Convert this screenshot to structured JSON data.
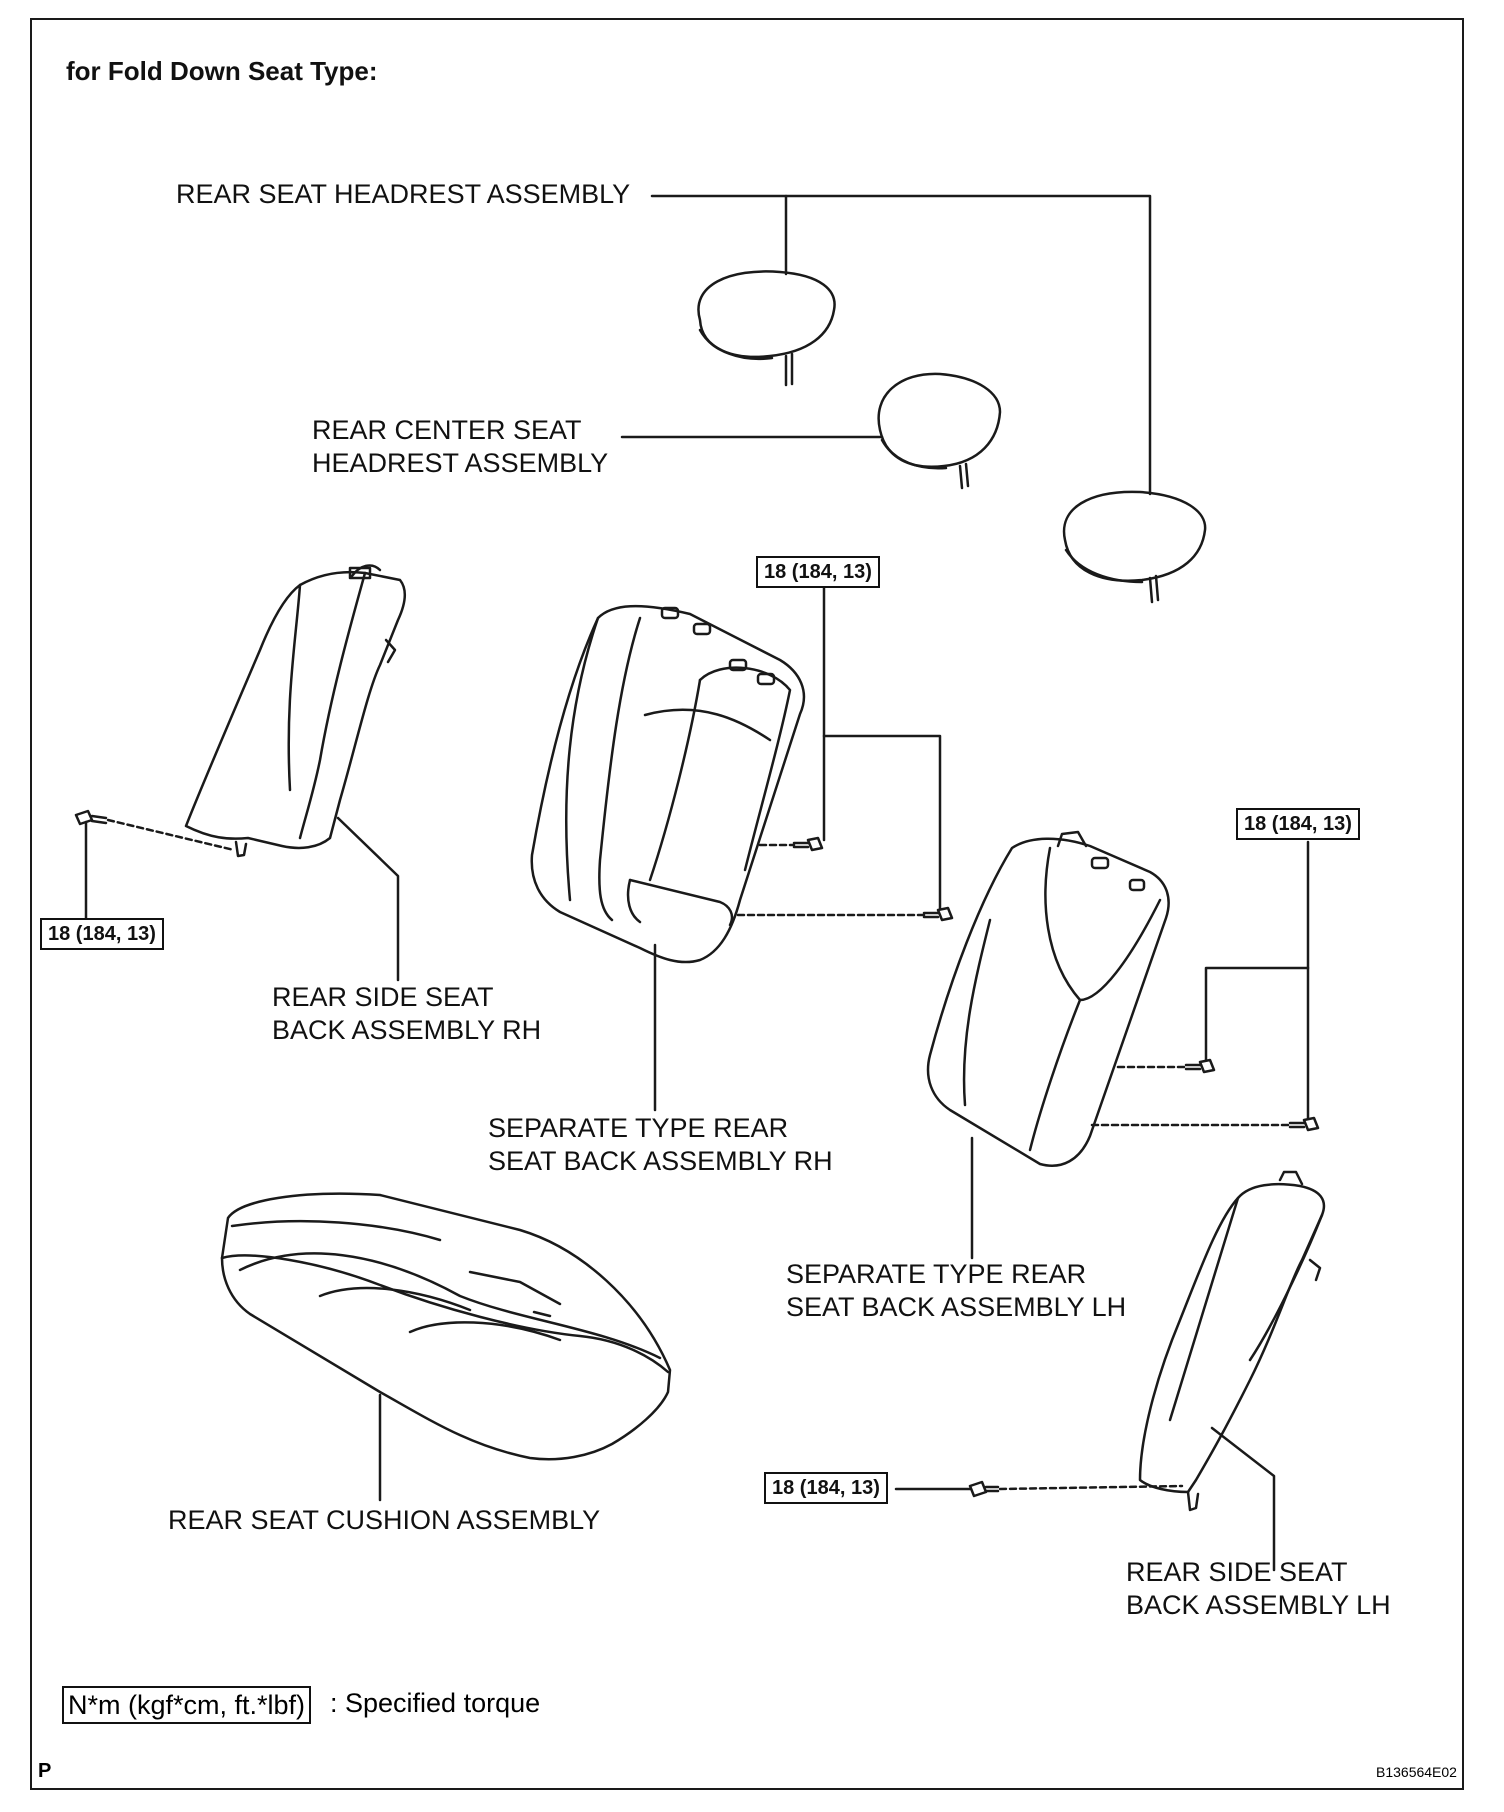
{
  "diagram": {
    "title": "for Fold Down Seat Type:",
    "labels": {
      "headrest": "REAR SEAT HEADREST ASSEMBLY",
      "center_headrest": "REAR CENTER SEAT\nHEADREST ASSEMBLY",
      "side_back_rh": "REAR SIDE SEAT\nBACK ASSEMBLY RH",
      "separate_back_rh": "SEPARATE TYPE REAR\nSEAT BACK ASSEMBLY RH",
      "separate_back_lh": "SEPARATE TYPE REAR\nSEAT BACK ASSEMBLY LH",
      "cushion": "REAR SEAT CUSHION ASSEMBLY",
      "side_back_lh": "REAR SIDE SEAT\nBACK ASSEMBLY LH"
    },
    "torque_callouts": {
      "center_rh": "18 (184, 13)",
      "right_lh": "18 (184, 13)",
      "left_rh": "18 (184, 13)",
      "bottom_lh": "18 (184, 13)"
    },
    "legend": {
      "box": "N*m (kgf*cm, ft.*lbf)",
      "text": ": Specified torque"
    },
    "corner_mark": "P",
    "figure_code": "B136564E02"
  }
}
